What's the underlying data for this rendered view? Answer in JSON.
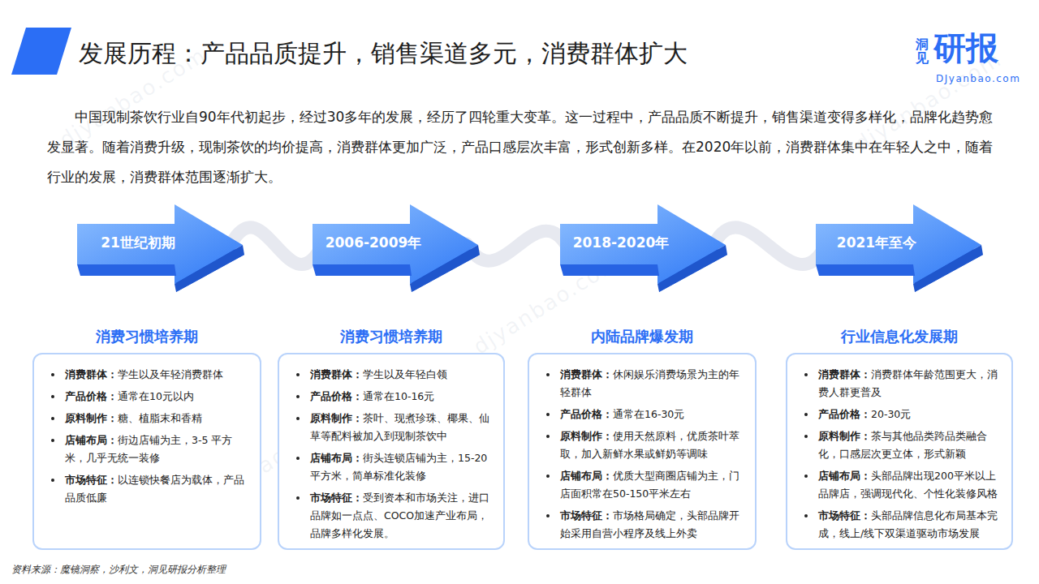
{
  "diagram": {
    "title": "发展历程：产品品质提升，销售渠道多元，消费群体扩大",
    "caption": "资料来源：魔镜洞察，沙利文，洞见研报分析整理",
    "nodes": [
      {
        "text": [
          "21世纪初期"
        ]
      },
      {
        "text": [
          "消费习惯培养期",
          "消费群体：学生以及年轻消费群体",
          "产品价格：通常在10元以内",
          "原料制作：糖、植脂末和香精",
          "店铺布局：街边店铺为主，3-5 平方米，几乎无统一装修",
          "市场特征：以连锁快餐店为载体，产品品质低廉"
        ]
      },
      {
        "text": [
          "2006-2009年"
        ]
      },
      {
        "text": [
          "消费习惯培养期",
          "消费群体：学生以及年轻白领",
          "产品价格：通常在10-16元",
          "原料制作：茶叶、现煮珍珠、椰果、仙草等配料被加入到现制茶饮中",
          "店铺布局：街头连锁店铺为主，15-20平方米，简单标准化装修",
          "市场特征：受到资本和市场关注，进口品牌如一点点、COCO加速产业布局，品牌多样化发展。"
        ]
      },
      {
        "text": [
          "2018-2020年"
        ]
      },
      {
        "text": [
          "内陆品牌爆发期",
          "消费群体：休闲娱乐消费场景为主的年轻群体",
          "产品价格：通常在16-30元",
          "原料制作：使用天然原料，优质茶叶萃取，加入新鲜水果或鲜奶等调味",
          "店铺布局：优质大型商圈店铺为主，门店面积常在50-150平米左右",
          "市场特征：市场格局确定，头部品牌开始采用自营小程序及线上外卖"
        ]
      },
      {
        "text": [
          "2021年至今"
        ]
      },
      {
        "text": [
          "行业信息化发展期",
          "消费群体：消费群体年龄范围更大，消费人群更普及",
          "产品价格：20-30元",
          "原料制作：茶与其他品类跨品类融合化，口感层次更立体，形式新颖",
          "店铺布局：头部品牌出现200平米以上品牌店，强调现代化、个性化装修风格",
          "市场特征：头部品牌信息化布局基本完成，线上/线下双渠道驱动市场发展"
        ]
      }
    ],
    "edges": [
      {
        "from": 0,
        "to": 2,
        "arrow": "none"
      },
      {
        "from": 2,
        "to": 4,
        "arrow": "none"
      },
      {
        "from": 4,
        "to": 6,
        "arrow": "none"
      }
    ],
    "labels": [
      "洞见",
      "研报",
      "DJyanbao.com",
      "中国现制茶饮行业自90年代初起步，经过30多年的发展，经历了四轮重大变革。这一过程中，产品品质不断提升，销售渠道变得多样化，品牌化趋势愈发显著。随着消费升级，现制茶饮的均价提高，消费群体更加广泛，产品口感层次丰富，形式创新多样。在2020年以前，消费群体集中在年轻人之中，随着行业的发展，消费群体范围逐渐扩大。",
      "djyanbao.com",
      "djyanbao.com",
      "djyanbao.com",
      "djyanbao.com"
    ]
  }
}
